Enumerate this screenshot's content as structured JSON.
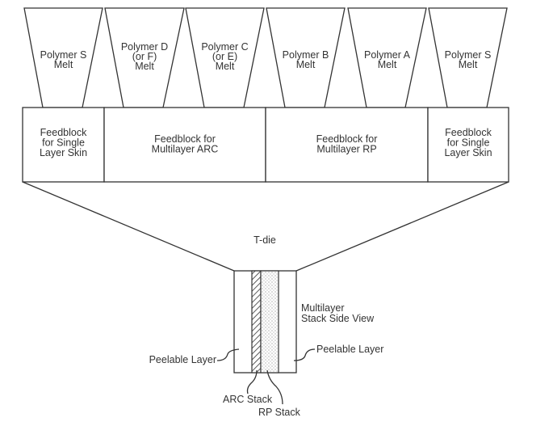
{
  "melts": [
    {
      "lines": [
        "Polymer S",
        "Melt"
      ]
    },
    {
      "lines": [
        "Polymer D",
        "(or F)",
        "Melt"
      ]
    },
    {
      "lines": [
        "Polymer C",
        "(or E)",
        "Melt"
      ]
    },
    {
      "lines": [
        "Polymer B",
        "Melt"
      ]
    },
    {
      "lines": [
        "Polymer A",
        "Melt"
      ]
    },
    {
      "lines": [
        "Polymer S",
        "Melt"
      ]
    }
  ],
  "feedblocks": [
    {
      "lines": [
        "Feedblock",
        "for Single",
        "Layer Skin"
      ]
    },
    {
      "lines": [
        "Feedblock for",
        "Multilayer ARC"
      ]
    },
    {
      "lines": [
        "Feedblock for",
        "Multilayer RP"
      ]
    },
    {
      "lines": [
        "Feedblock",
        "for Single",
        "Layer Skin"
      ]
    }
  ],
  "tdie_label": "T-die",
  "stack_view_label": [
    "Multilayer",
    "Stack Side View"
  ],
  "peelable_left": "Peelable Layer",
  "peelable_right": "Peelable Layer",
  "arc_stack": "ARC Stack",
  "rp_stack": "RP  Stack"
}
